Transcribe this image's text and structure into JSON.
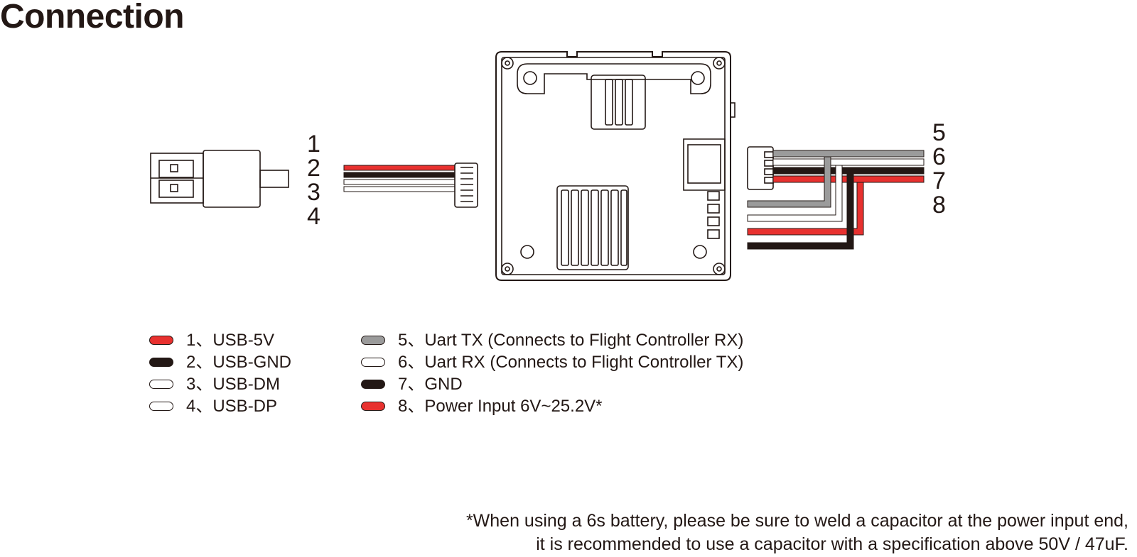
{
  "title": "Connection",
  "left_pin_numbers": [
    "1",
    "2",
    "3",
    "4"
  ],
  "right_pin_numbers": [
    "5",
    "6",
    "7",
    "8"
  ],
  "legend_left": [
    {
      "label": "1、USB-5V",
      "color": "#e8312f"
    },
    {
      "label": "2、USB-GND",
      "color": "#231815"
    },
    {
      "label": "3、USB-DM",
      "color": "#ffffff"
    },
    {
      "label": "4、USB-DP",
      "color": "#ffffff"
    }
  ],
  "legend_right": [
    {
      "label": "5、Uart TX (Connects to Flight Controller RX)",
      "color": "#9b9b9b"
    },
    {
      "label": "6、Uart RX (Connects to Flight Controller TX)",
      "color": "#ffffff"
    },
    {
      "label": "7、GND",
      "color": "#231815"
    },
    {
      "label": "8、Power Input 6V~25.2V*",
      "color": "#e8312f"
    }
  ],
  "note": {
    "line1": "*When using a 6s battery, please be sure to weld a capacitor at the power input end,",
    "line2": "it is recommended to use a capacitor with a specification above 50V / 47uF."
  },
  "colors": {
    "red": "#e8312f",
    "black": "#231815",
    "gray": "#9b9b9b",
    "white": "#ffffff",
    "outline": "#231815"
  },
  "icons": [
    "usb-a-plug-icon",
    "jst-connector-icon",
    "vtx-module-icon"
  ]
}
